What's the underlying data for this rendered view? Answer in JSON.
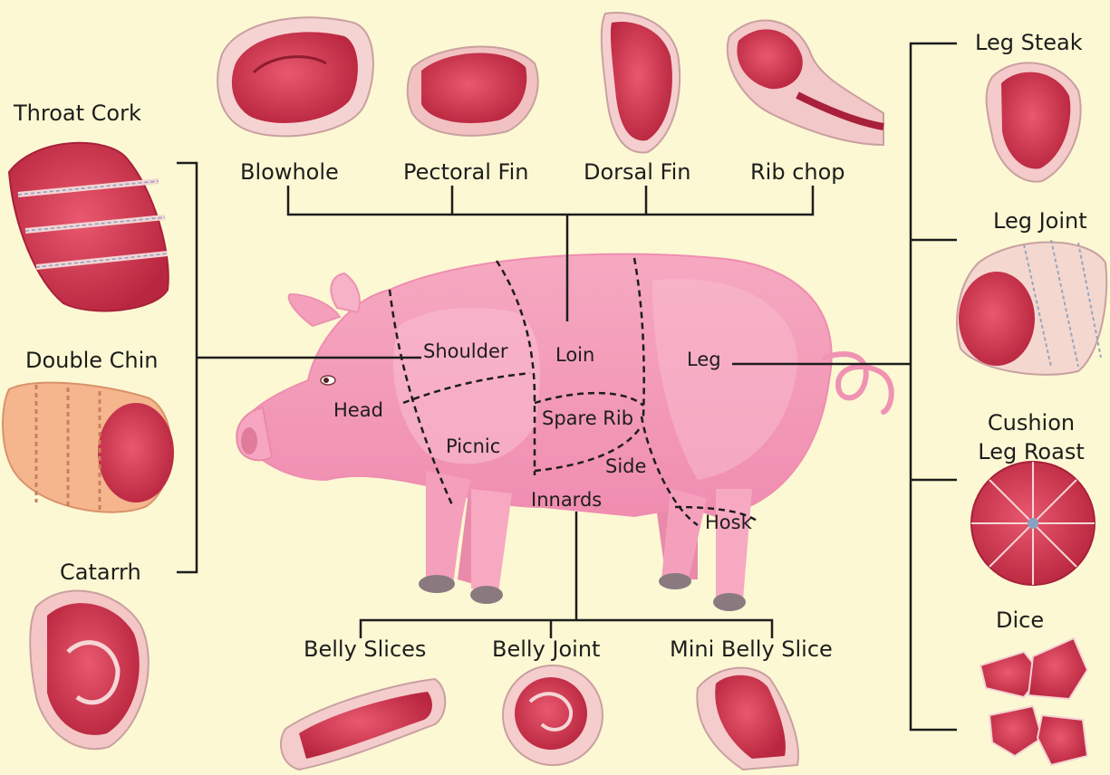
{
  "top_cuts": [
    "Blowhole",
    "Pectoral Fin",
    "Dorsal Fin",
    "Rib chop"
  ],
  "left_cuts": [
    "Throat Cork",
    "Double Chin",
    "Catarrh"
  ],
  "right_cuts": [
    "Leg Steak",
    "Leg Joint",
    "Cushion Leg Roast",
    "Dice"
  ],
  "bottom_cuts": [
    "Belly Slices",
    "Belly Joint",
    "Mini Belly Slice"
  ],
  "pig_regions": [
    "Shoulder",
    "Loin",
    "Leg",
    "Head",
    "Spare Rib",
    "Picnic",
    "Side",
    "Innards",
    "Hosk"
  ],
  "colors": {
    "background": "#fcf8d3",
    "pig_body": "#f7a7c0",
    "pig_shade": "#f38fb0",
    "meat": "#d94058",
    "meat_dark": "#a8203a",
    "fat": "#f5d6d6",
    "line": "#1d1d1d"
  }
}
